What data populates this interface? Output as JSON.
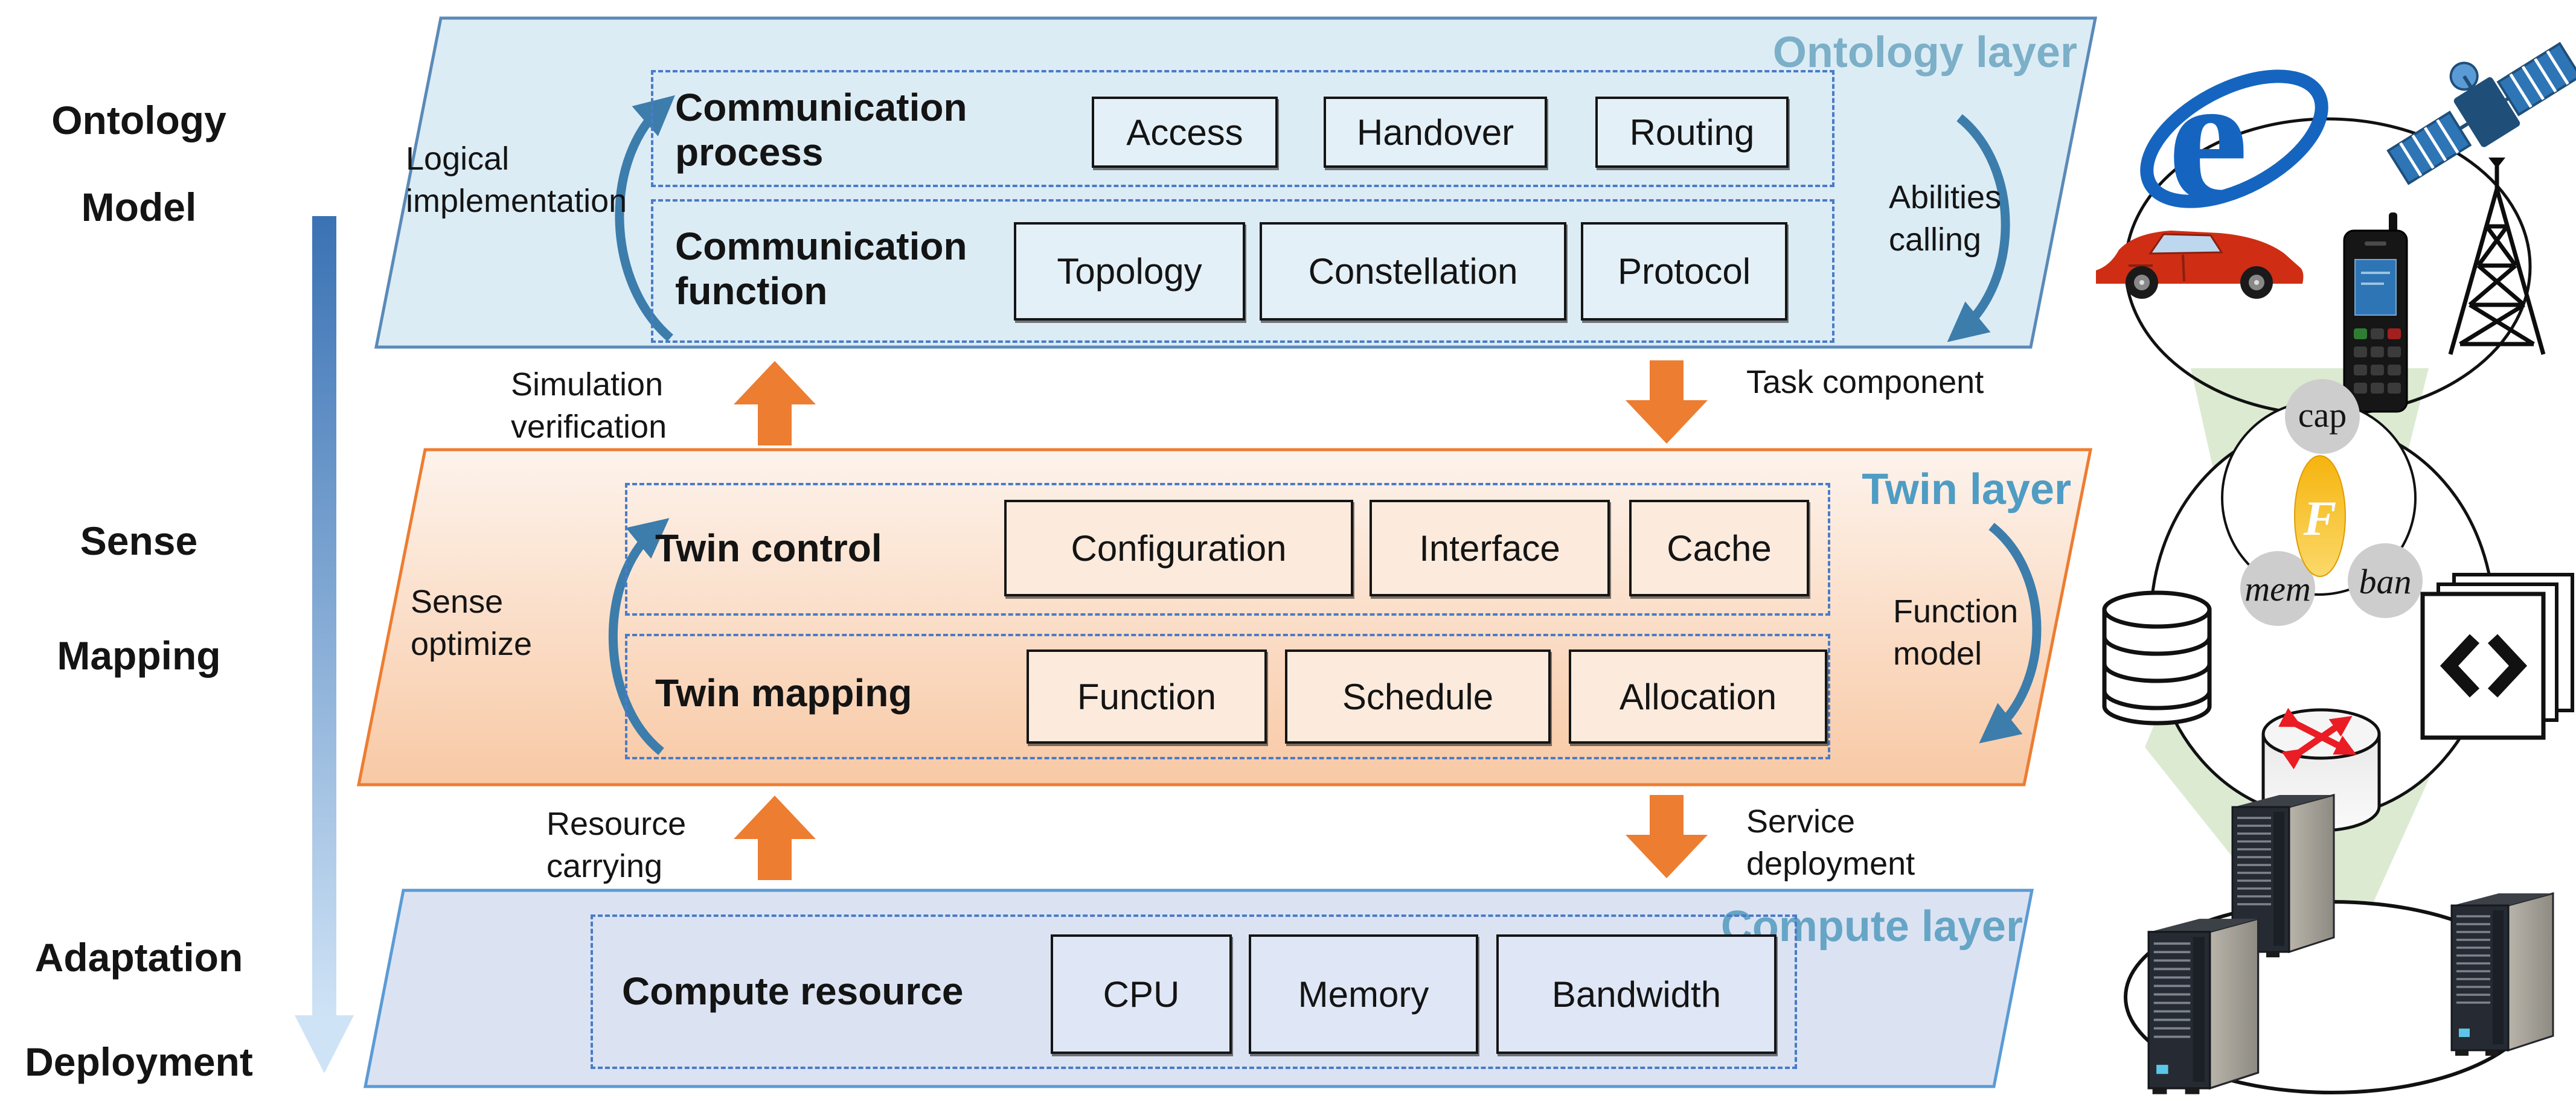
{
  "left_rail": {
    "rows": [
      {
        "line1": "Ontology",
        "line2": "Model"
      },
      {
        "line1": "Sense",
        "line2": "Mapping"
      },
      {
        "line1": "Adaptation",
        "line2": "Deployment"
      }
    ]
  },
  "layers": {
    "ontology": {
      "label": "Ontology layer",
      "left_note": "Logical implementation",
      "right_note": "Abilities calling",
      "process": {
        "title": "Communication process",
        "items": [
          "Access",
          "Handover",
          "Routing"
        ]
      },
      "function": {
        "title": "Communication function",
        "items": [
          "Topology",
          "Constellation",
          "Protocol"
        ]
      }
    },
    "twin": {
      "label": "Twin layer",
      "left_note": "Sense optimize",
      "right_note": "Function model",
      "control": {
        "title": "Twin control",
        "items": [
          "Configuration",
          "Interface",
          "Cache"
        ]
      },
      "mapping": {
        "title": "Twin mapping",
        "items": [
          "Function",
          "Schedule",
          "Allocation"
        ]
      }
    },
    "compute": {
      "label": "Compute layer",
      "resource": {
        "title": "Compute resource",
        "items": [
          "CPU",
          "Memory",
          "Bandwidth"
        ]
      }
    }
  },
  "flows": {
    "up_top": "Simulation verification",
    "down_top": "Task component",
    "up_bottom": "Resource carrying",
    "down_bottom": "Service deployment"
  },
  "right_panel": {
    "bubbles": {
      "cap": "cap",
      "f": "F",
      "mem": "mem",
      "ban": "ban"
    },
    "icons": [
      "ie-browser-icon",
      "satellite-icon",
      "car-icon",
      "satellite-phone-icon",
      "radio-tower-icon",
      "database-icon",
      "code-document-icon",
      "router-icon",
      "server-icon"
    ],
    "ie_logo_letter": "e"
  },
  "colors": {
    "ontology_fill": "#dcecf5",
    "ontology_border": "#5a8ab8",
    "twin_fill_top": "#fdf3ec",
    "twin_fill_bottom": "#f8c9a5",
    "twin_border": "#ed7d31",
    "compute_fill": "#dbe3f3",
    "compute_border": "#5b9bd5",
    "dashed_border": "#4a7bc8",
    "layer_label_ontology": "#7cafc8",
    "layer_label_twin": "#4f9cc4",
    "layer_label_compute": "#66a5c5",
    "flow_arrow": "#ed7d31",
    "curve_arrow": "#3c7dab",
    "rail_arrow_top": "#3a72b4",
    "rail_arrow_bottom": "#cfe3f6",
    "funnel_green": "#dcead2",
    "gold": "#f6b40e"
  }
}
